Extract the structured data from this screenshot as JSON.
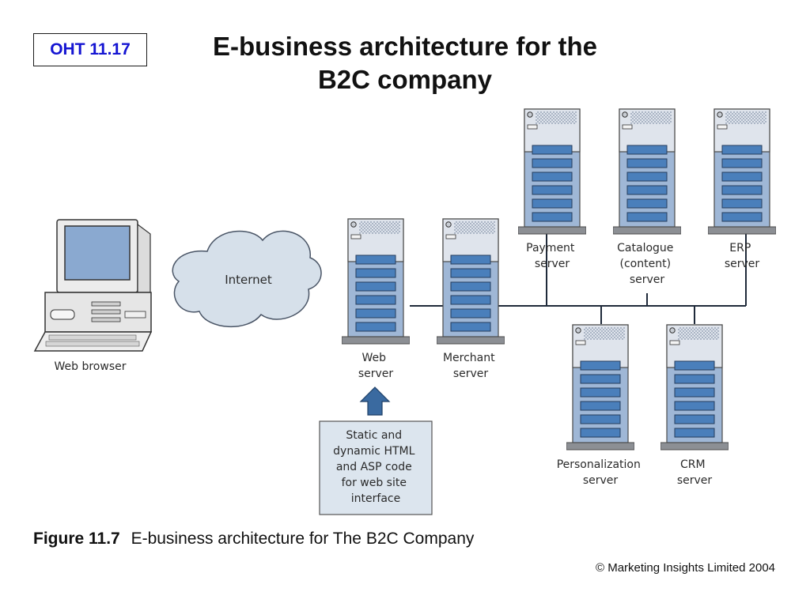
{
  "badge": "OHT 11.17",
  "title": {
    "line1": "E-business architecture for the",
    "line2": "B2C company"
  },
  "client": {
    "label": "Web browser"
  },
  "cloud": {
    "label": "Internet"
  },
  "servers": {
    "web": [
      "Web",
      "server"
    ],
    "merchant": [
      "Merchant",
      "server"
    ],
    "payment": [
      "Payment",
      "server"
    ],
    "catalogue": [
      "Catalogue",
      "(content)",
      "server"
    ],
    "erp": [
      "ERP",
      "server"
    ],
    "personalization": [
      "Personalization",
      "server"
    ],
    "crm": [
      "CRM",
      "server"
    ]
  },
  "note": [
    "Static and",
    "dynamic HTML",
    "and ASP code",
    "for web site",
    "interface"
  ],
  "caption": {
    "label": "Figure 11.7",
    "text": "E-business architecture for The B2C Company"
  },
  "copyright": "© Marketing Insights Limited 2004",
  "colors": {
    "tower_top": "#dfe4ec",
    "tower_body": "#9fb7d6",
    "drive": "#4a7fbb",
    "cloud": "#d6e0ea",
    "note_box": "#dce5ee",
    "arrow": "#3a6aa0",
    "badge_text": "#1414d2"
  }
}
